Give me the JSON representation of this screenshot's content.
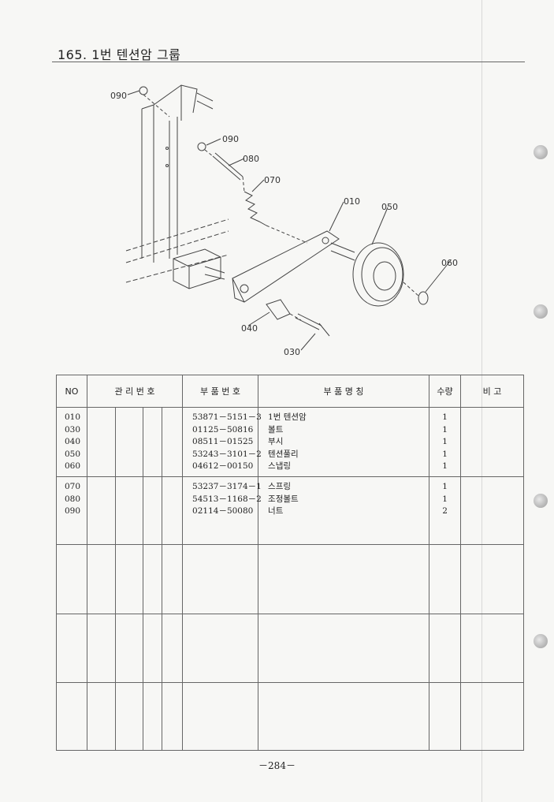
{
  "header": {
    "title": "165. 1번 텐션암 그룹"
  },
  "diagram": {
    "callouts": [
      "090",
      "090",
      "080",
      "070",
      "010",
      "050",
      "060",
      "040",
      "030"
    ]
  },
  "table": {
    "headers": {
      "no": "NO",
      "mgmt": "관 리 번 호",
      "part": "부 품 번 호",
      "name": "부  품  명  칭",
      "qty": "수량",
      "note": "비 고"
    },
    "groups": [
      {
        "no": [
          "010",
          "030",
          "040",
          "050",
          "060"
        ],
        "part": [
          "53871－5151－3",
          "01125－50816",
          "08511－01525",
          "53243－3101－2",
          "04612－00150"
        ],
        "name": [
          "1번 텐션암",
          "볼트",
          "부시",
          "텐션풀리",
          "스냅링"
        ],
        "qty": [
          "1",
          "1",
          "1",
          "1",
          "1"
        ]
      },
      {
        "no": [
          "070",
          "080",
          "090"
        ],
        "part": [
          "53237－3174－1",
          "54513－1168－2",
          "02114－50080"
        ],
        "name": [
          "스프링",
          "조정볼트",
          "너트"
        ],
        "qty": [
          "1",
          "1",
          "2"
        ]
      }
    ]
  },
  "footer": {
    "page": "－284－"
  }
}
